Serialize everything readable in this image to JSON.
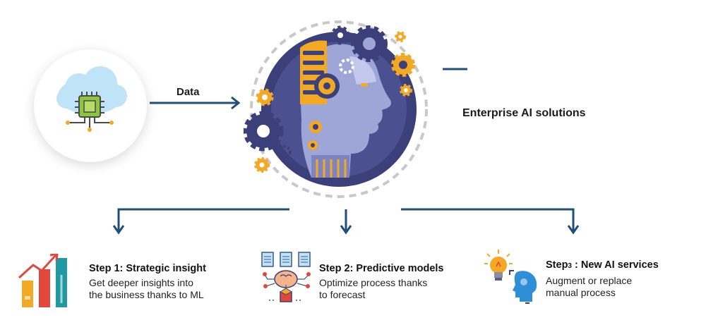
{
  "labels": {
    "data_arrow": "Data",
    "output": "Enterprise AI solutions"
  },
  "steps": [
    {
      "title": "Step 1: Strategic insight",
      "desc_lines": [
        "Get deeper insights into",
        "the business thanks to ML"
      ]
    },
    {
      "title": "Step 2: Predictive models",
      "desc_lines": [
        "Optimize process thanks",
        "to forecast"
      ]
    },
    {
      "title_prefix": "Step",
      "title_sub": "3",
      "title_rest": " : New AI services",
      "desc_lines": [
        "Augment or replace",
        "manual process"
      ]
    }
  ],
  "icons": {
    "source": "cloud-chip-icon",
    "center": "robot-head-gears-icon",
    "step1": "bar-chart-growth-icon",
    "step2": "data-brain-network-icon",
    "step3": "lightbulb-head-icon"
  },
  "colors": {
    "arrow": "#1f4e79",
    "navy": "#3b3f7a",
    "gold": "#f4a925",
    "cloud": "#bfe3f7",
    "chip": "#8cc63e",
    "teal": "#1f9aa3",
    "red": "#e1473c"
  }
}
